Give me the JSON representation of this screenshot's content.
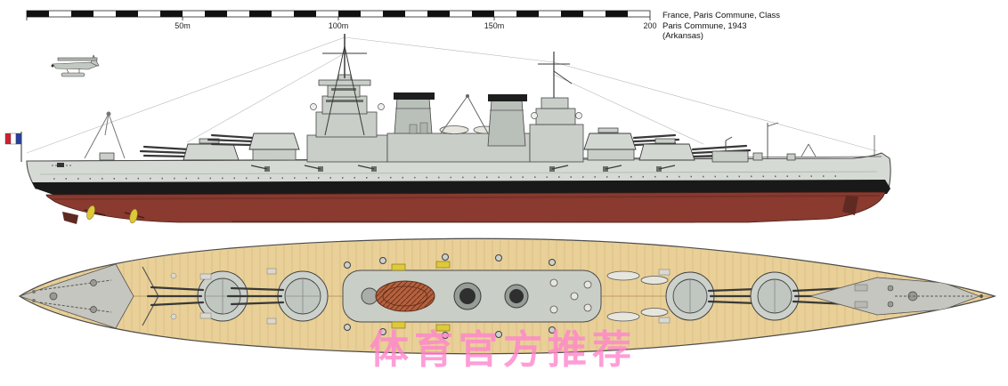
{
  "title_block": {
    "line1": "France, Paris Commune, Class",
    "line2": "Paris Commune, 1943",
    "line3": "(Arkansas)"
  },
  "scale_bar": {
    "labels": [
      "50m",
      "100m",
      "150m",
      "200"
    ]
  },
  "watermark": {
    "text": "体育官方推荐"
  },
  "colors": {
    "lower_hull_red": "#8a3a2f",
    "hull_gray": "#d6dad4",
    "superstructure_gray": "#c9cec9",
    "deck_tan": "#e9d098",
    "boot_topping_black": "#191919",
    "propeller_yellow": "#ddc93a",
    "watermark_pink": "#ff85cd",
    "flag_blue": "#27409c",
    "flag_white": "#ffffff",
    "flag_red": "#cf2030",
    "uptake_brown": "#b4613e"
  }
}
